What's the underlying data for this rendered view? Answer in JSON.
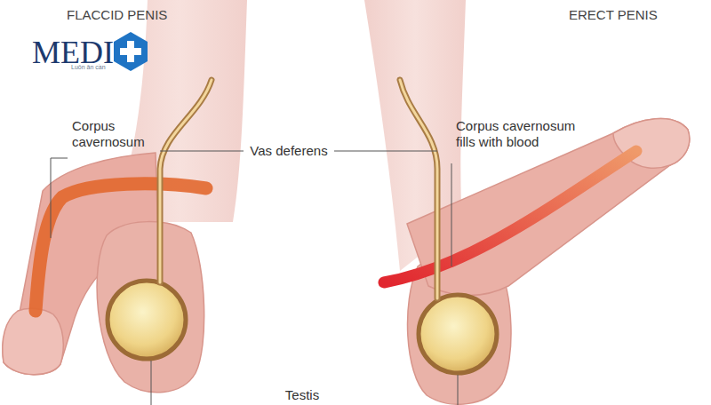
{
  "diagram": {
    "labels": [
      "FLACCID PENIS",
      "ERECT PENIS",
      "MEDI",
      "Luôn ân cần",
      "Corpus cavernosum",
      "Vas deferens",
      "Corpus cavernosum fills with blood",
      "Testis"
    ]
  }
}
